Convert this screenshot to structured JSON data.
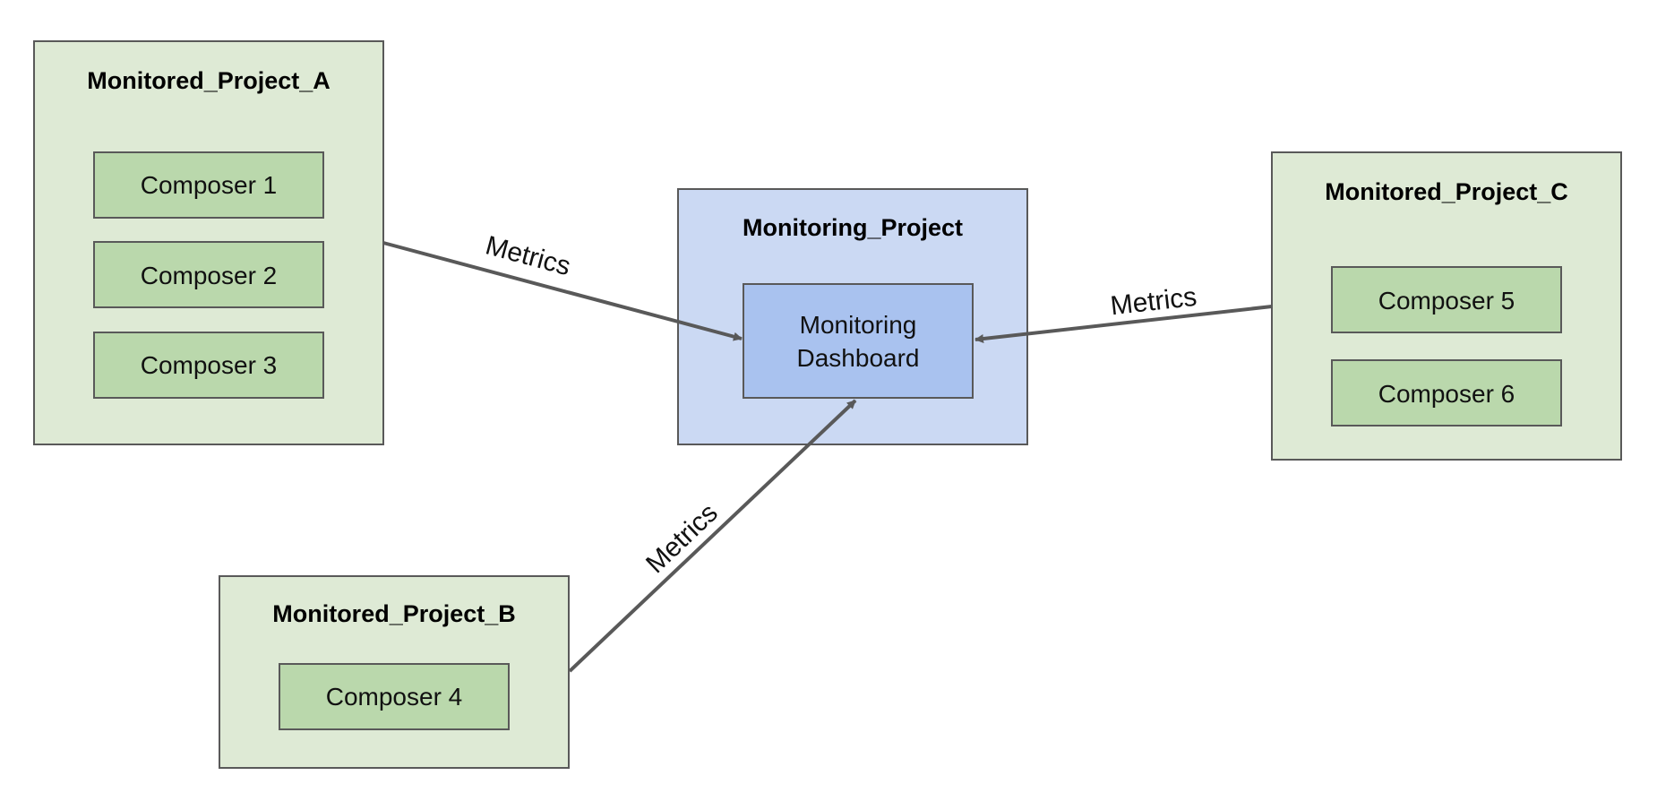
{
  "colors": {
    "monitored_fill": "#deead5",
    "composer_fill": "#bad8ac",
    "monitoring_fill": "#cbd9f3",
    "dashboard_fill": "#a9c2ef",
    "border": "#595959",
    "arrow": "#595959"
  },
  "projects": {
    "a": {
      "title": "Monitored_Project_A",
      "composers": [
        "Composer 1",
        "Composer 2",
        "Composer 3"
      ]
    },
    "b": {
      "title": "Monitored_Project_B",
      "composers": [
        "Composer 4"
      ]
    },
    "c": {
      "title": "Monitored_Project_C",
      "composers": [
        "Composer 5",
        "Composer 6"
      ]
    },
    "monitoring": {
      "title": "Monitoring_Project",
      "dashboard": [
        "Monitoring",
        "Dashboard"
      ]
    }
  },
  "edges": [
    {
      "from": "a",
      "to": "monitoring",
      "label": "Metrics"
    },
    {
      "from": "b",
      "to": "monitoring",
      "label": "Metrics"
    },
    {
      "from": "c",
      "to": "monitoring",
      "label": "Metrics"
    }
  ]
}
